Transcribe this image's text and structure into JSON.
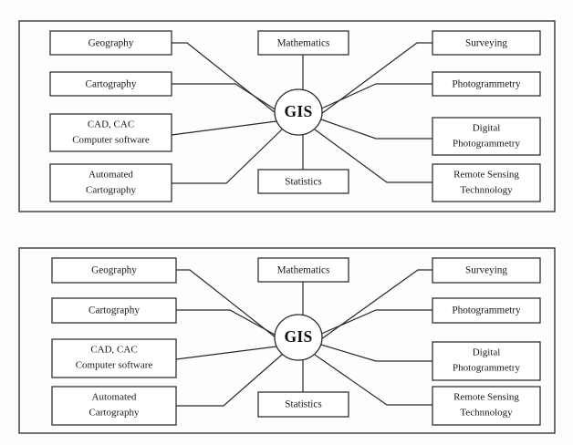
{
  "document": {
    "kind": "scanned-figure-pair",
    "background_color": "#fdfdfd",
    "ink_color": "#2b2b2b"
  },
  "figures": [
    {
      "id": "figure-top",
      "center": {
        "label": "GIS"
      },
      "nodes": {
        "left": [
          {
            "id": "geography",
            "lines": [
              "Geography"
            ]
          },
          {
            "id": "cartography",
            "lines": [
              "Cartography"
            ]
          },
          {
            "id": "cad-cac",
            "lines": [
              "CAD, CAC",
              "Computer software"
            ]
          },
          {
            "id": "automated-cartography",
            "lines": [
              "Automated",
              "Cartography"
            ]
          }
        ],
        "top": [
          {
            "id": "mathematics",
            "lines": [
              "Mathematics"
            ]
          }
        ],
        "bottom": [
          {
            "id": "statistics",
            "lines": [
              "Statistics"
            ]
          }
        ],
        "right": [
          {
            "id": "surveying",
            "lines": [
              "Surveying"
            ]
          },
          {
            "id": "photogrammetry",
            "lines": [
              "Photogrammetry"
            ]
          },
          {
            "id": "digital-photogrammetry",
            "lines": [
              "Digital",
              "Photogrammetry"
            ]
          },
          {
            "id": "remote-sensing",
            "lines": [
              "Remote Sensing",
              "Technnology"
            ]
          }
        ]
      }
    },
    {
      "id": "figure-bottom",
      "center": {
        "label": "GIS"
      },
      "nodes": {
        "left": [
          {
            "id": "geography",
            "lines": [
              "Geography"
            ]
          },
          {
            "id": "cartography",
            "lines": [
              "Cartography"
            ]
          },
          {
            "id": "cad-cac",
            "lines": [
              "CAD, CAC",
              "Computer software"
            ]
          },
          {
            "id": "automated-cartography",
            "lines": [
              "Automated",
              "Cartography"
            ]
          }
        ],
        "top": [
          {
            "id": "mathematics",
            "lines": [
              "Mathematics"
            ]
          }
        ],
        "bottom": [
          {
            "id": "statistics",
            "lines": [
              "Statistics"
            ]
          }
        ],
        "right": [
          {
            "id": "surveying",
            "lines": [
              "Surveying"
            ]
          },
          {
            "id": "photogrammetry",
            "lines": [
              "Photogrammetry"
            ]
          },
          {
            "id": "digital-photogrammetry",
            "lines": [
              "Digital",
              "Photogrammetry"
            ]
          },
          {
            "id": "remote-sensing",
            "lines": [
              "Remote Sensing",
              "Technnology"
            ]
          }
        ]
      }
    }
  ]
}
